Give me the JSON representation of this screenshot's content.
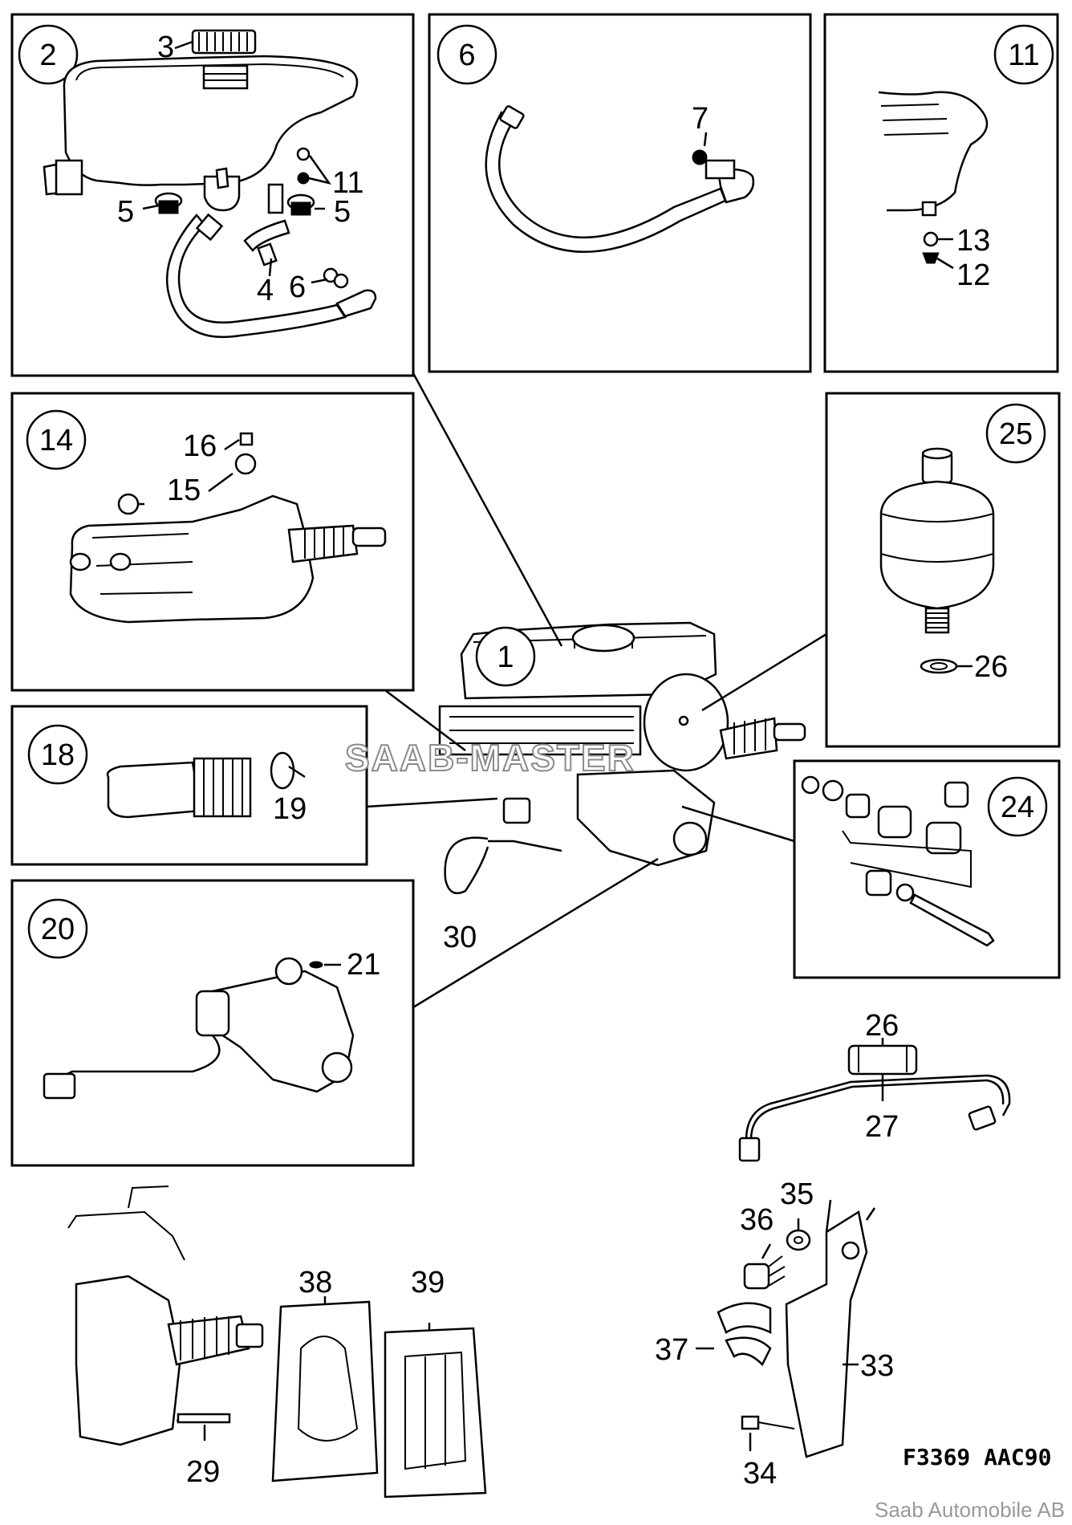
{
  "diagram": {
    "figure_code": "F3369 AAC90",
    "credit": "Saab Automobile AB",
    "watermark": "SAAB-MASTER",
    "callouts": {
      "c1": "1",
      "c2": "2",
      "c6": "6",
      "c11": "11",
      "c14": "14",
      "c18": "18",
      "c20": "20",
      "c24": "24",
      "c25": "25"
    },
    "parts": {
      "p3": "3",
      "p4": "4",
      "p5a": "5",
      "p5b": "5",
      "p6a": "6",
      "p7": "7",
      "p11": "11",
      "p12": "12",
      "p13": "13",
      "p15": "15",
      "p16": "16",
      "p19": "19",
      "p21": "21",
      "p26a": "26",
      "p26b": "26",
      "p27": "27",
      "p29": "29",
      "p30": "30",
      "p33": "33",
      "p34": "34",
      "p35": "35",
      "p36": "36",
      "p37": "37",
      "p38": "38",
      "p39": "39"
    }
  }
}
